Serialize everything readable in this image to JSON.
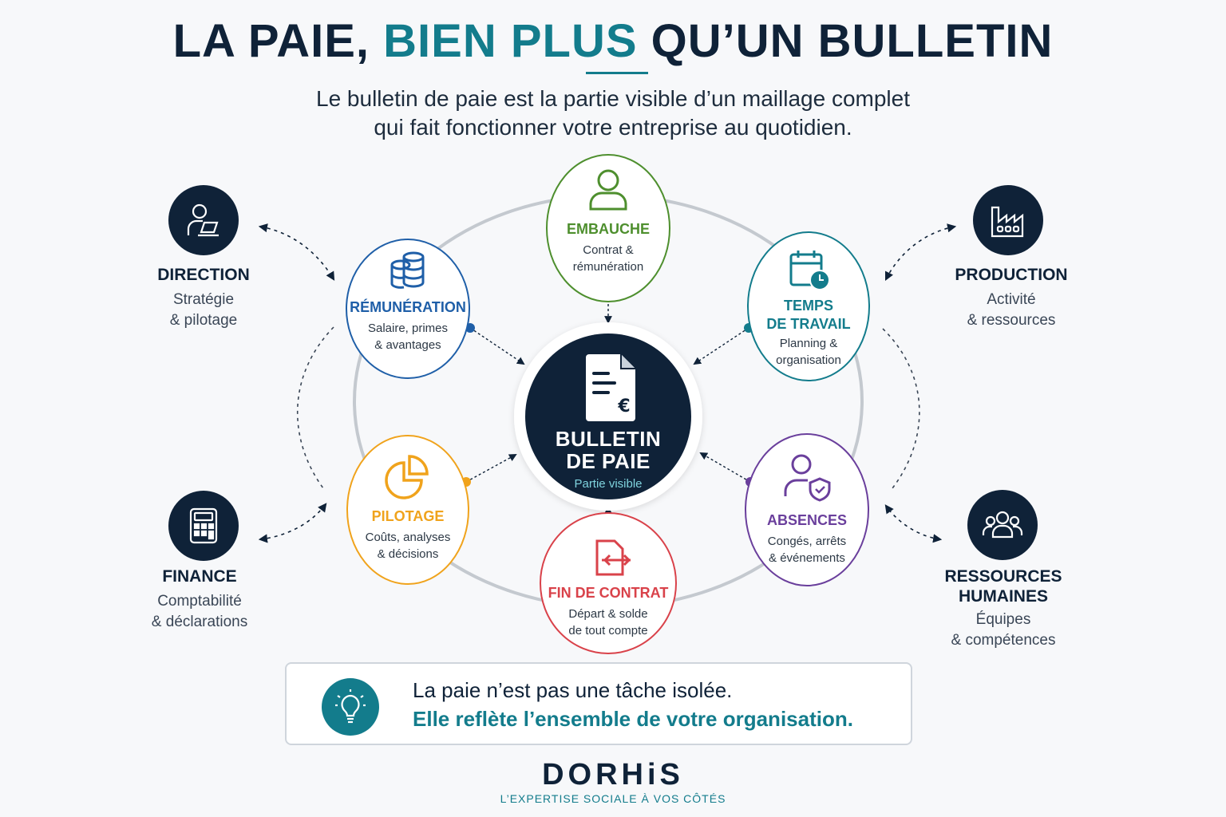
{
  "header": {
    "title_part1": "LA PAIE, ",
    "title_accent": "BIEN PLUS",
    "title_part2": " QU’UN BULLETIN",
    "subtitle_line1": "Le bulletin de paie est la partie visible d’un maillage complet",
    "subtitle_line2": "qui fait fonctionner votre entreprise au quotidien."
  },
  "center": {
    "title_line1": "BULLETIN",
    "title_line2": "DE PAIE",
    "caption": "Partie visible",
    "icon": "payslip-euro-icon"
  },
  "nodes": {
    "embauche": {
      "title": "EMBAUCHE",
      "sub1": "Contrat &",
      "sub2": "rémunération",
      "color": "#4e8f2e",
      "icon": "person-icon"
    },
    "remuneration": {
      "title": "RÉMUNÉRATION",
      "sub1": "Salaire, primes",
      "sub2": "& avantages",
      "color": "#1f5fa8",
      "icon": "coins-stack-icon"
    },
    "temps": {
      "title1": "TEMPS",
      "title2": "DE TRAVAIL",
      "sub1": "Planning &",
      "sub2": "organisation",
      "color": "#137c8c",
      "icon": "calendar-clock-icon"
    },
    "pilotage": {
      "title": "PILOTAGE",
      "sub1": "Coûts, analyses",
      "sub2": "& décisions",
      "color": "#f0a31c",
      "icon": "pie-chart-icon"
    },
    "absences": {
      "title": "ABSENCES",
      "sub1": "Congés, arrêts",
      "sub2": "& événements",
      "color": "#6a3f9c",
      "icon": "person-shield-icon"
    },
    "fin_contrat": {
      "title": "FIN DE CONTRAT",
      "sub1": "Départ & solde",
      "sub2": "de tout compte",
      "color": "#d9424a",
      "icon": "document-exit-icon"
    }
  },
  "departments": {
    "direction": {
      "name": "DIRECTION",
      "sub1": "Stratégie",
      "sub2": "& pilotage",
      "icon": "manager-laptop-icon"
    },
    "production": {
      "name": "PRODUCTION",
      "sub1": "Activité",
      "sub2": "& ressources",
      "icon": "factory-icon"
    },
    "finance": {
      "name": "FINANCE",
      "sub1": "Comptabilité",
      "sub2": "& déclarations",
      "icon": "calculator-icon"
    },
    "rh": {
      "name1": "RESSOURCES",
      "name2": "HUMAINES",
      "sub1": "Équipes",
      "sub2": "& compétences",
      "icon": "team-icon"
    }
  },
  "callout": {
    "line1": "La paie n’est pas une tâche isolée.",
    "line2": "Elle reflète l’ensemble de votre organisation.",
    "icon": "lightbulb-icon"
  },
  "footer": {
    "brand": "DORHiS",
    "tagline": "L’EXPERTISE SOCIALE À VOS CÔTÉS"
  },
  "colors": {
    "navy": "#0f2238",
    "teal": "#137c8c"
  }
}
